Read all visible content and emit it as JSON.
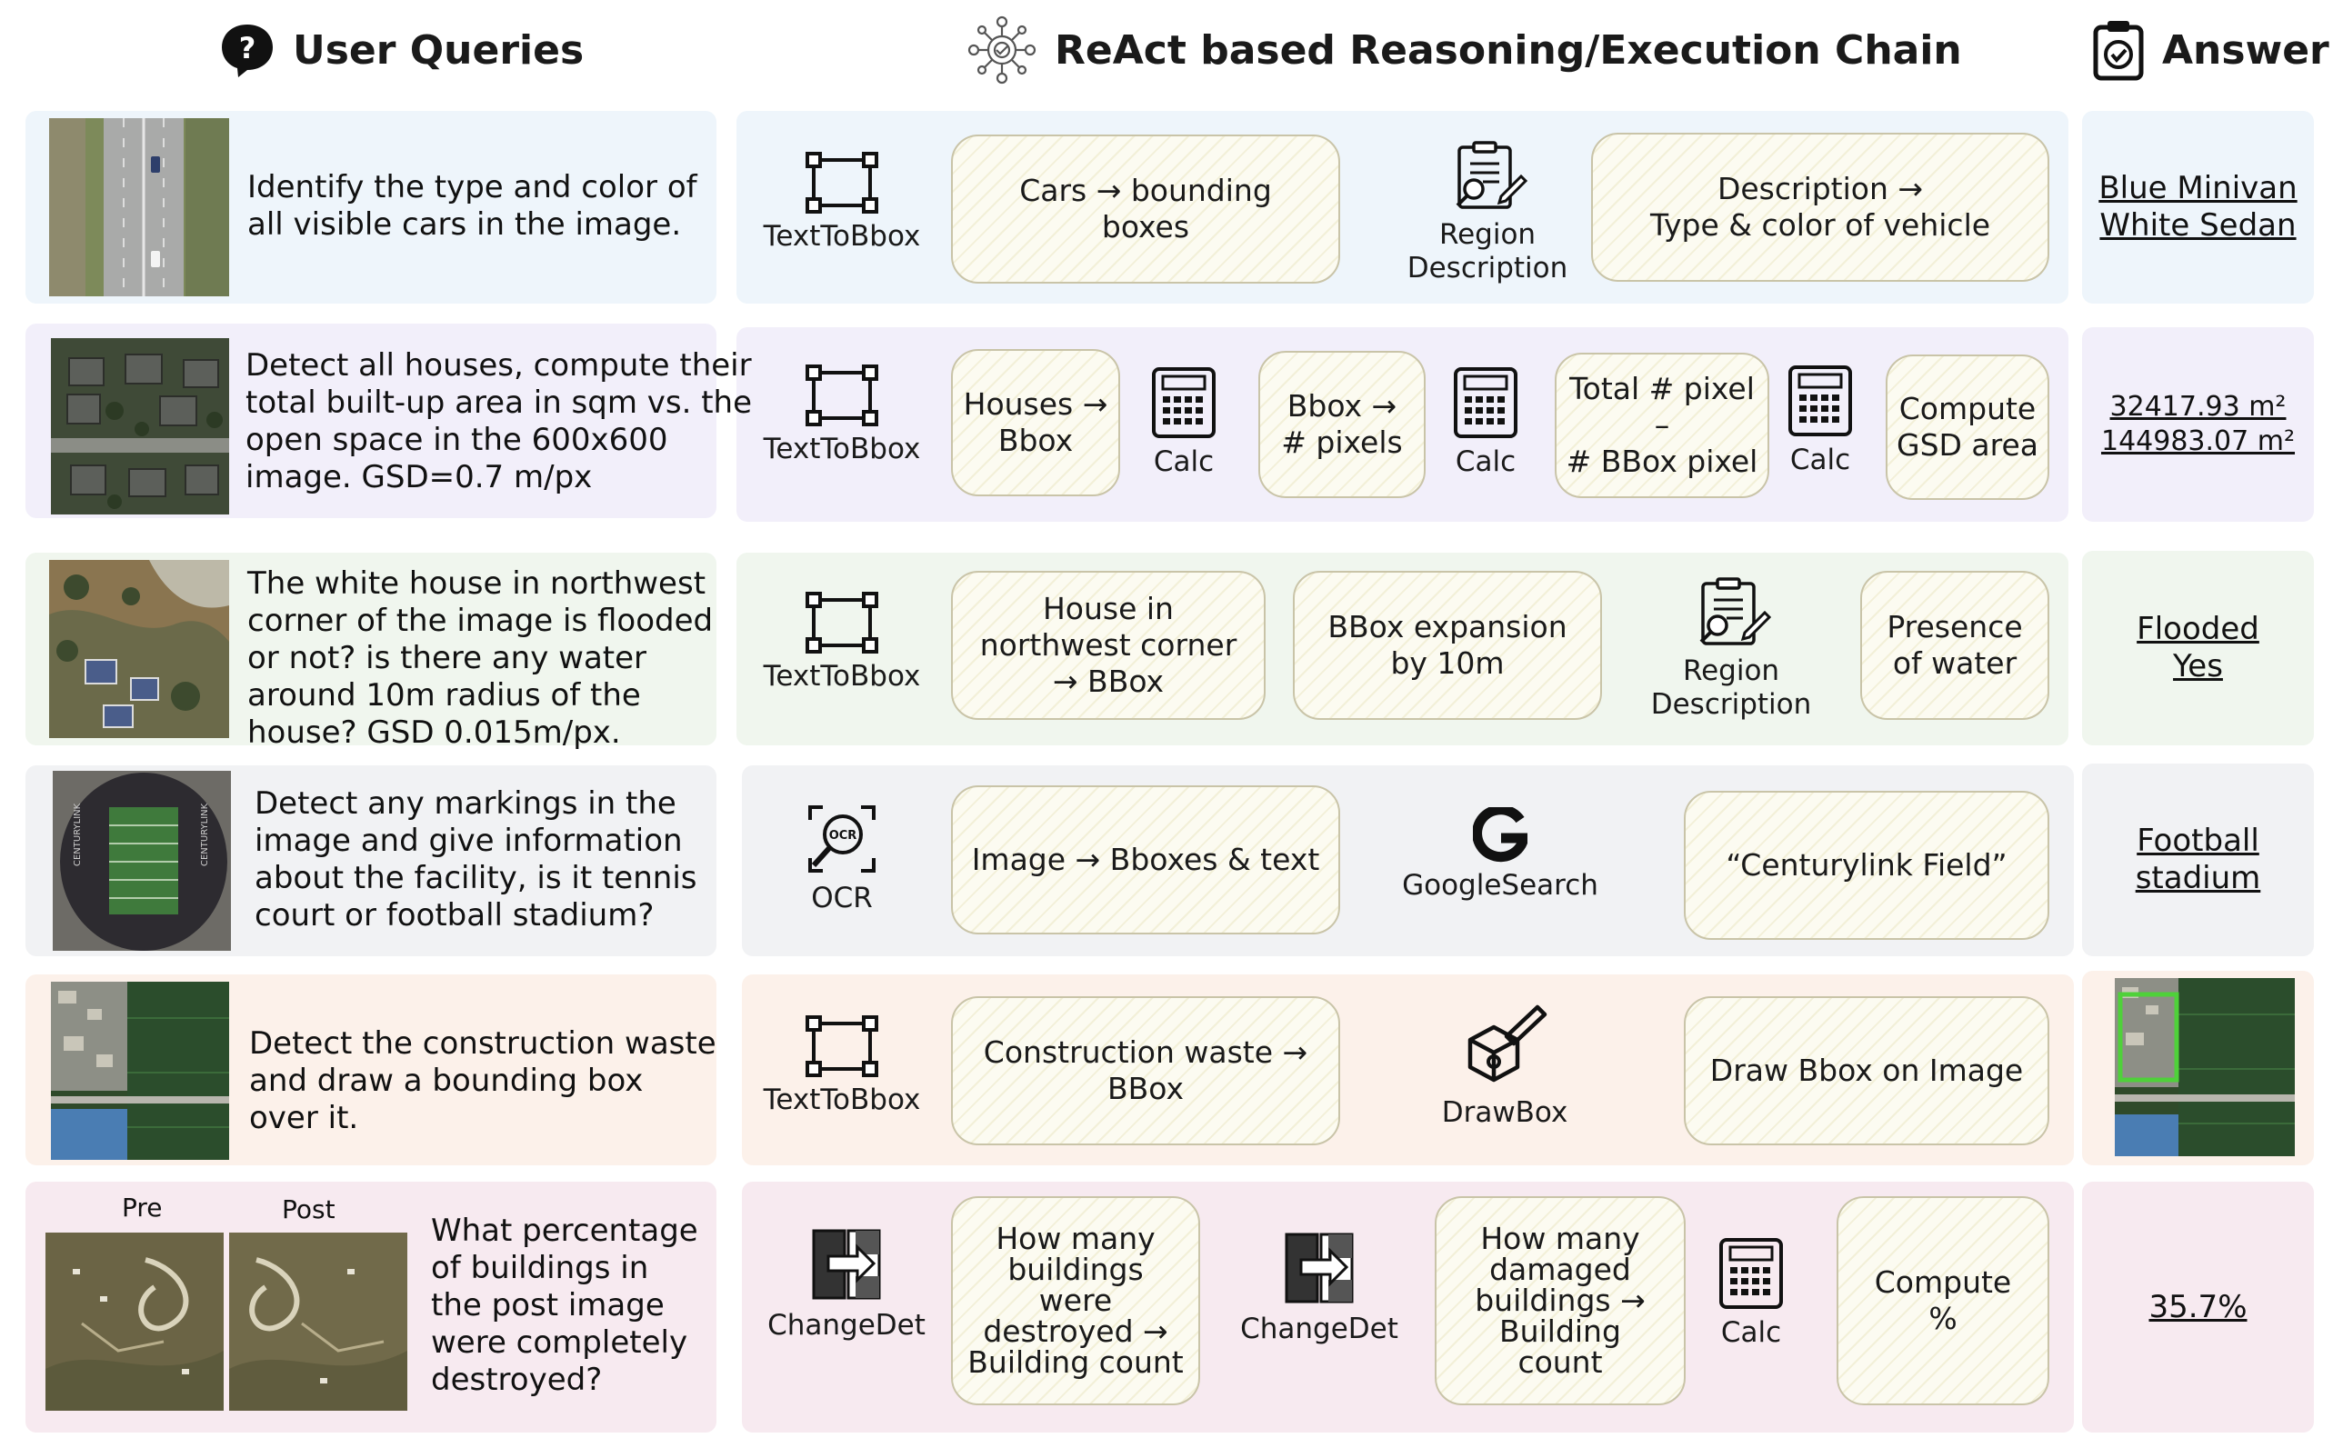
{
  "headers": {
    "queries": "User Queries",
    "chain": "ReAct based Reasoning/Execution Chain",
    "answer": "Answer"
  },
  "colors": {
    "row1": "#eef5fb",
    "row2": "#f2effa",
    "row3": "#f0f6ee",
    "row4": "#f1f2f4",
    "row5": "#fcf1ea",
    "row6": "#f7eaf0",
    "box_fill": "#fcfbf1",
    "box_border": "#c9c4a8"
  },
  "rows": [
    {
      "query": [
        "Identify the type and color of",
        "all visible cars in the image."
      ],
      "tools": [
        {
          "icon": "bbox-icon",
          "label": [
            "TextToBbox"
          ]
        },
        {
          "icon": "region-description-icon",
          "label": [
            "Region",
            "Description"
          ]
        }
      ],
      "steps": [
        [
          "Cars → bounding",
          "boxes"
        ],
        [
          "Description →",
          "Type & color of vehicle"
        ]
      ],
      "answer": [
        "Blue Minivan",
        "White Sedan"
      ]
    },
    {
      "query": [
        "Detect all houses, compute their",
        "total built-up area in sqm vs. the",
        "open space in the 600x600",
        "image. GSD=0.7 m/px"
      ],
      "tools": [
        {
          "icon": "bbox-icon",
          "label": [
            "TextToBbox"
          ]
        },
        {
          "icon": "calculator-icon",
          "label": [
            "Calc"
          ]
        },
        {
          "icon": "calculator-icon",
          "label": [
            "Calc"
          ]
        },
        {
          "icon": "calculator-icon",
          "label": [
            "Calc"
          ]
        }
      ],
      "steps": [
        [
          "Houses →",
          "Bbox"
        ],
        [
          "Bbox →",
          "# pixels"
        ],
        [
          "Total # pixel –",
          "# BBox pixel"
        ],
        [
          "Compute",
          "GSD area"
        ]
      ],
      "answer": [
        "32417.93 m²",
        "144983.07 m²"
      ]
    },
    {
      "query": [
        "The white house in northwest",
        "corner of the image is flooded",
        "or not? is there any water",
        "around 10m radius of the",
        "house? GSD 0.015m/px."
      ],
      "tools": [
        {
          "icon": "bbox-icon",
          "label": [
            "TextToBbox"
          ]
        },
        {
          "icon": "region-description-icon",
          "label": [
            "Region",
            "Description"
          ]
        }
      ],
      "steps": [
        [
          "House in",
          "northwest corner",
          "→ BBox"
        ],
        [
          "BBox expansion",
          "by 10m"
        ],
        [
          "Presence",
          "of water"
        ]
      ],
      "answer": [
        "Flooded",
        "Yes"
      ]
    },
    {
      "query": [
        "Detect any markings in the",
        "image and give information",
        "about the facility, is it tennis",
        "court or football stadium?"
      ],
      "tools": [
        {
          "icon": "ocr-icon",
          "label": [
            "OCR"
          ]
        },
        {
          "icon": "google-icon",
          "label": [
            "GoogleSearch"
          ]
        }
      ],
      "steps": [
        [
          "Image → Bboxes & text"
        ],
        [
          "“Centurylink Field”"
        ]
      ],
      "answer": [
        "Football",
        "stadium"
      ]
    },
    {
      "query": [
        "Detect the construction waste",
        "and draw a bounding box",
        "over it."
      ],
      "tools": [
        {
          "icon": "bbox-icon",
          "label": [
            "TextToBbox"
          ]
        },
        {
          "icon": "drawbox-icon",
          "label": [
            "DrawBox"
          ]
        }
      ],
      "steps": [
        [
          "Construction waste →",
          "BBox"
        ],
        [
          "Draw Bbox on Image"
        ]
      ],
      "answer": []
    },
    {
      "query": [
        "What percentage",
        "of buildings in",
        "the post image",
        "were completely",
        "destroyed?"
      ],
      "image_labels": [
        "Pre",
        "Post"
      ],
      "tools": [
        {
          "icon": "change-detection-icon",
          "label": [
            "ChangeDet"
          ]
        },
        {
          "icon": "change-detection-icon",
          "label": [
            "ChangeDet"
          ]
        },
        {
          "icon": "calculator-icon",
          "label": [
            "Calc"
          ]
        }
      ],
      "steps": [
        [
          "How many",
          "buildings",
          "were",
          "destroyed →",
          "Building count"
        ],
        [
          "How many",
          "damaged",
          "buildings →",
          "Building",
          "count"
        ],
        [
          "Compute",
          "%"
        ]
      ],
      "answer": [
        "35.7%"
      ]
    }
  ]
}
